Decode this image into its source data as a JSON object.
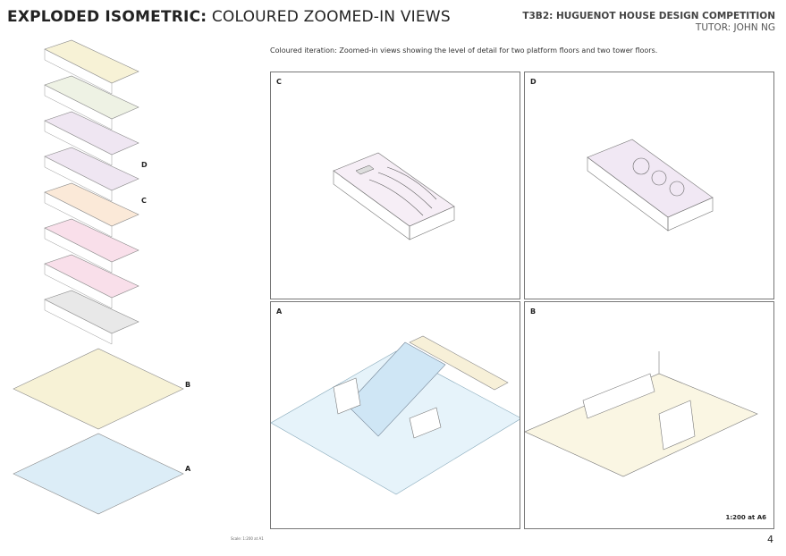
{
  "header": {
    "title_bold": "EXPLODED ISOMETRIC:",
    "title_light": "COLOURED ZOOMED-IN VIEWS",
    "project": "T3B2: HUGUENOT HOUSE DESIGN COMPETITION",
    "tutor": "TUTOR: JOHN NG"
  },
  "caption": "Coloured iteration: Zoomed-in views showing the level of detail for two platform floors and two tower floors.",
  "panels": [
    {
      "label": "C"
    },
    {
      "label": "D"
    },
    {
      "label": "A"
    },
    {
      "label": "B",
      "scale": "1:200 at A6"
    }
  ],
  "exploded_labels": {
    "d": "D",
    "c": "C",
    "b": "B",
    "a": "A"
  },
  "scale_note": "Scale: 1:200 at A1",
  "page_number": "4",
  "colors": {
    "yellow": "#f7f2d6",
    "green": "#eef2e4",
    "purple": "#efe6f2",
    "orange": "#fbe9d8",
    "pink": "#f9dfea",
    "blue": "#dcedf7",
    "grey": "#e8e8e8"
  }
}
